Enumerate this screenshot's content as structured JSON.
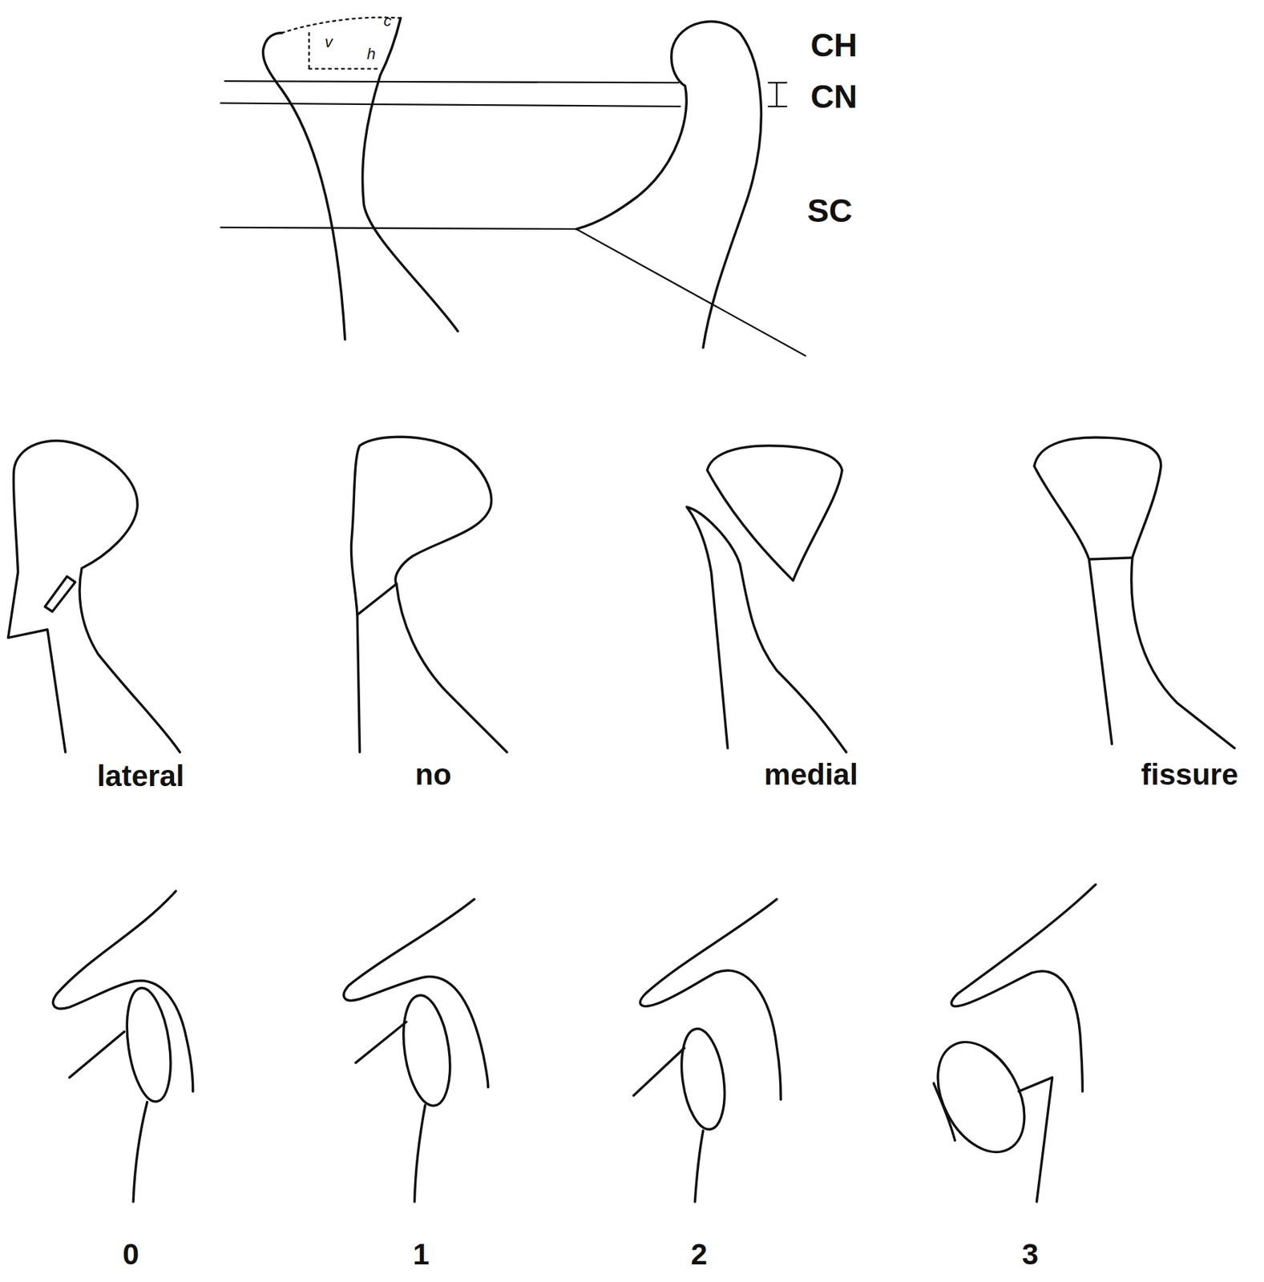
{
  "diagram": {
    "labels": [
      "v",
      "c",
      "h",
      "CH",
      "CN",
      "SC",
      "lateral",
      "no",
      "medial",
      "fissure",
      "0",
      "1",
      "2",
      "3"
    ]
  }
}
